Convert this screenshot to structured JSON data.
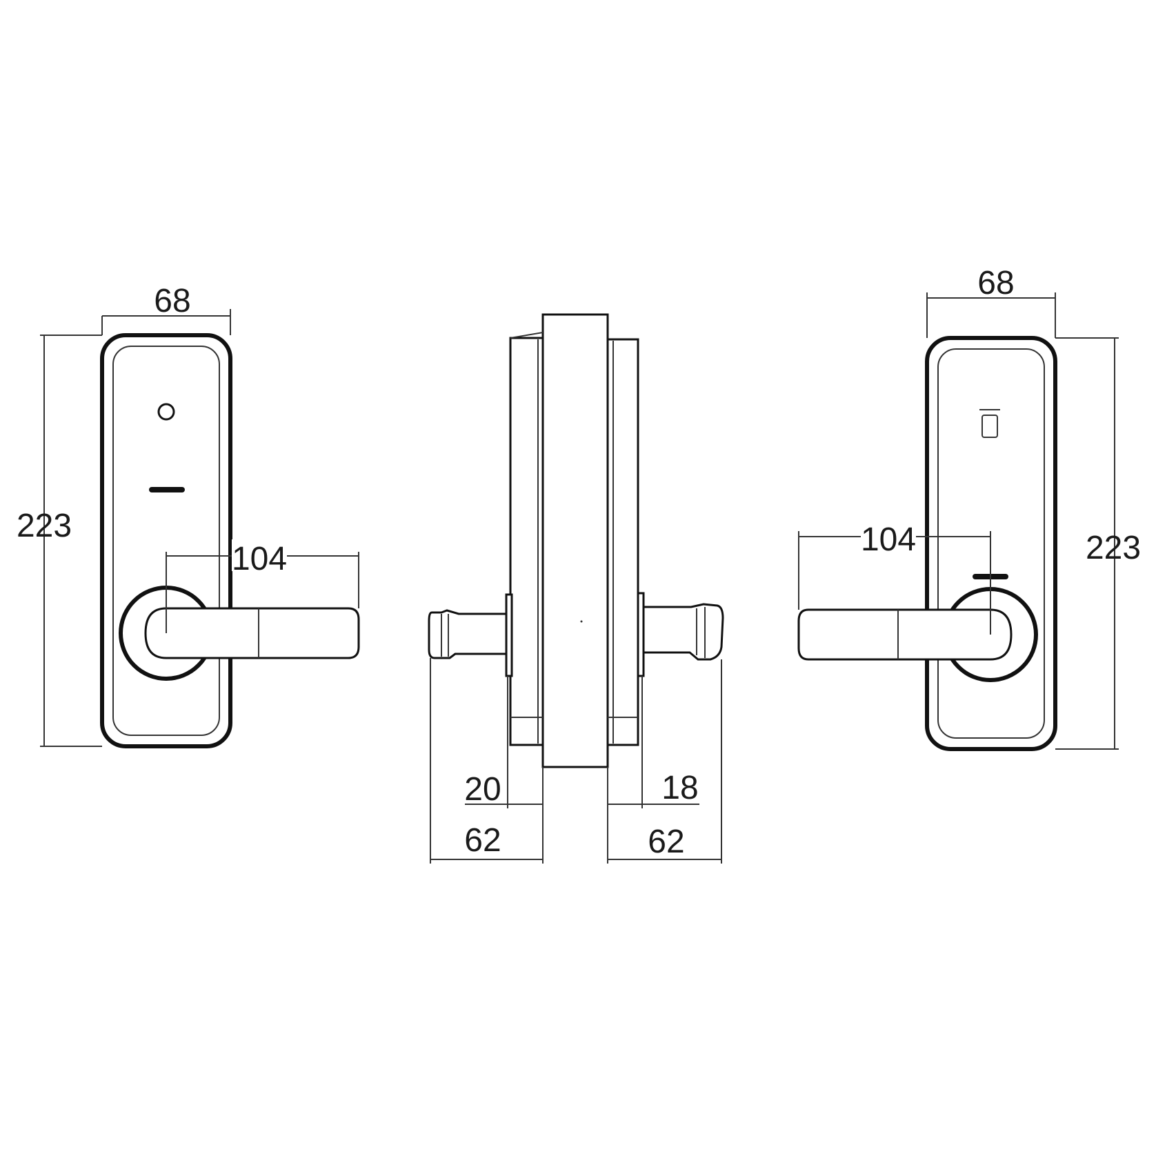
{
  "front_view": {
    "width_label": "68",
    "height_label": "223",
    "handle_length_label": "104",
    "icons": [
      "keyhole-icon",
      "status-indicator"
    ]
  },
  "side_view": {
    "left_rose_label": "20",
    "right_rose_label": "18",
    "left_projection_label": "62",
    "right_projection_label": "62"
  },
  "back_view": {
    "width_label": "68",
    "height_label": "223",
    "handle_length_label": "104",
    "icons": [
      "card-reader-icon",
      "status-indicator"
    ]
  }
}
